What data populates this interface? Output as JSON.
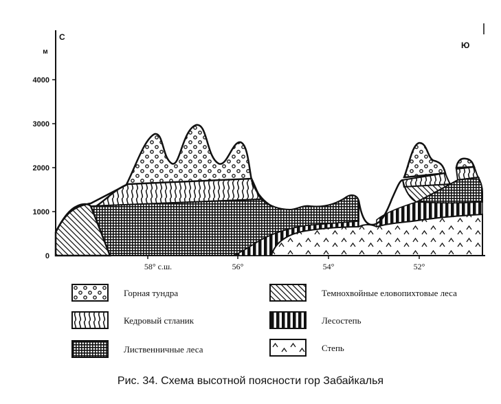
{
  "diagram": {
    "north_label": "С",
    "south_label": "Ю",
    "unit_label": "м",
    "y_ticks": [
      "4000",
      "3000",
      "2000",
      "1000",
      "0"
    ],
    "x_ticks": [
      "58° с.ш.",
      "56°",
      "54°",
      "52°"
    ]
  },
  "legend": [
    {
      "label": "Горная тундра",
      "pattern": "circles"
    },
    {
      "label": "Кедровый стланик",
      "pattern": "waves"
    },
    {
      "label": "Лиственничные леса",
      "pattern": "grid"
    },
    {
      "label": "Темнохвойные еловопихтовые леса",
      "pattern": "diagonal"
    },
    {
      "label": "Лесостепь",
      "pattern": "vertical-bars"
    },
    {
      "label": "Степь",
      "pattern": "chevrons"
    }
  ],
  "caption": "Рис. 34. Схема высотной поясности гор Забайкалья"
}
